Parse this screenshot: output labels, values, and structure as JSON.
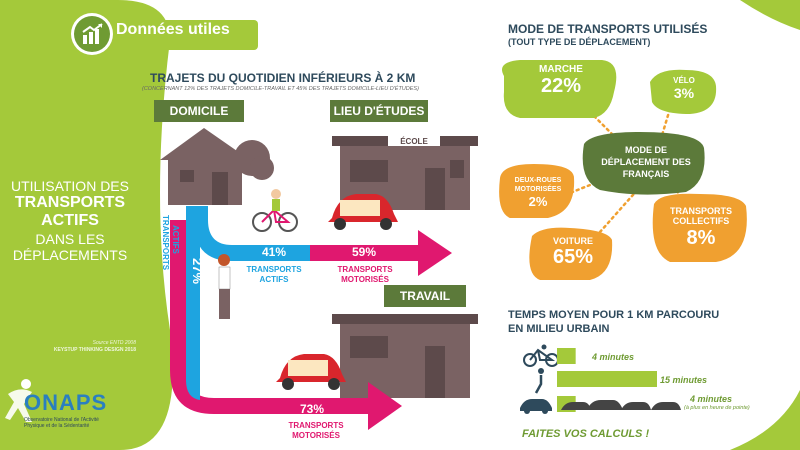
{
  "header": {
    "title": "Données utiles"
  },
  "side": {
    "line1": "UTILISATION DES",
    "line2": "TRANSPORTS",
    "line3": "ACTIFS",
    "line4": "DANS LES",
    "line5": "DÉPLACEMENTS",
    "source1": "Source ENTD 2008",
    "source2": "KEYSTUP THINKING DESIGN 2018"
  },
  "logo": {
    "name": "ONAPS",
    "sub1": "Observatoire National de l'Activité",
    "sub2": "Physique et de la Sédentarité"
  },
  "trips": {
    "title": "TRAJETS DU QUOTIDIEN INFÉRIEURS À 2 KM",
    "subtitle": "(CONCERNANT 12% DES TRAJETS DOMICILE-TRAVAIL ET 45% DES TRAJETS DOMICILE-LIEU D'ÉTUDES)",
    "domicile": "DOMICILE",
    "etudes": "LIEU D'ÉTUDES",
    "ecole": "ÉCOLE",
    "travail": "TRAVAIL",
    "vertical_pct": "27%",
    "vertical_label1": "TRANSPORTS",
    "vertical_label2": "ACTIFS",
    "actifs_pct": "41%",
    "actifs_label1": "TRANSPORTS",
    "actifs_label2": "ACTIFS",
    "motor_pct": "59%",
    "motor_label1": "TRANSPORTS",
    "motor_label2": "MOTORISÉS",
    "travail_pct": "73%",
    "travail_label1": "TRANSPORTS",
    "travail_label2": "MOTORISÉS"
  },
  "modes": {
    "title": "MODE DE TRANSPORTS UTILISÉS",
    "subtitle": "(TOUT TYPE DE DÉPLACEMENT)",
    "center1": "MODE DE",
    "center2": "DÉPLACEMENT DES",
    "center3": "FRANÇAIS",
    "marche_label": "MARCHE",
    "marche_pct": "22%",
    "velo_label": "VÉLO",
    "velo_pct": "3%",
    "deux_label1": "DEUX-ROUES",
    "deux_label2": "MOTORISÉES",
    "deux_pct": "2%",
    "voiture_label": "VOITURE",
    "voiture_pct": "65%",
    "collectifs_label1": "TRANSPORTS",
    "collectifs_label2": "COLLECTIFS",
    "collectifs_pct": "8%"
  },
  "time": {
    "title1": "TEMPS MOYEN POUR 1 KM PARCOURU",
    "title2": "EN MILIEU URBAIN",
    "bike": "4 minutes",
    "walk": "15 minutes",
    "car": "4 minutes",
    "car_note": "(à plus en heure de pointe)",
    "bike_minutes": 4,
    "walk_minutes": 15,
    "car_minutes": 4,
    "footer": "FAITES VOS CALCULS !"
  },
  "colors": {
    "green": "#a4c93a",
    "dark_green": "#5c7a3a",
    "orange": "#f0a030",
    "blue": "#1ea4e0",
    "pink": "#e0186f",
    "house": "#7a6263"
  }
}
